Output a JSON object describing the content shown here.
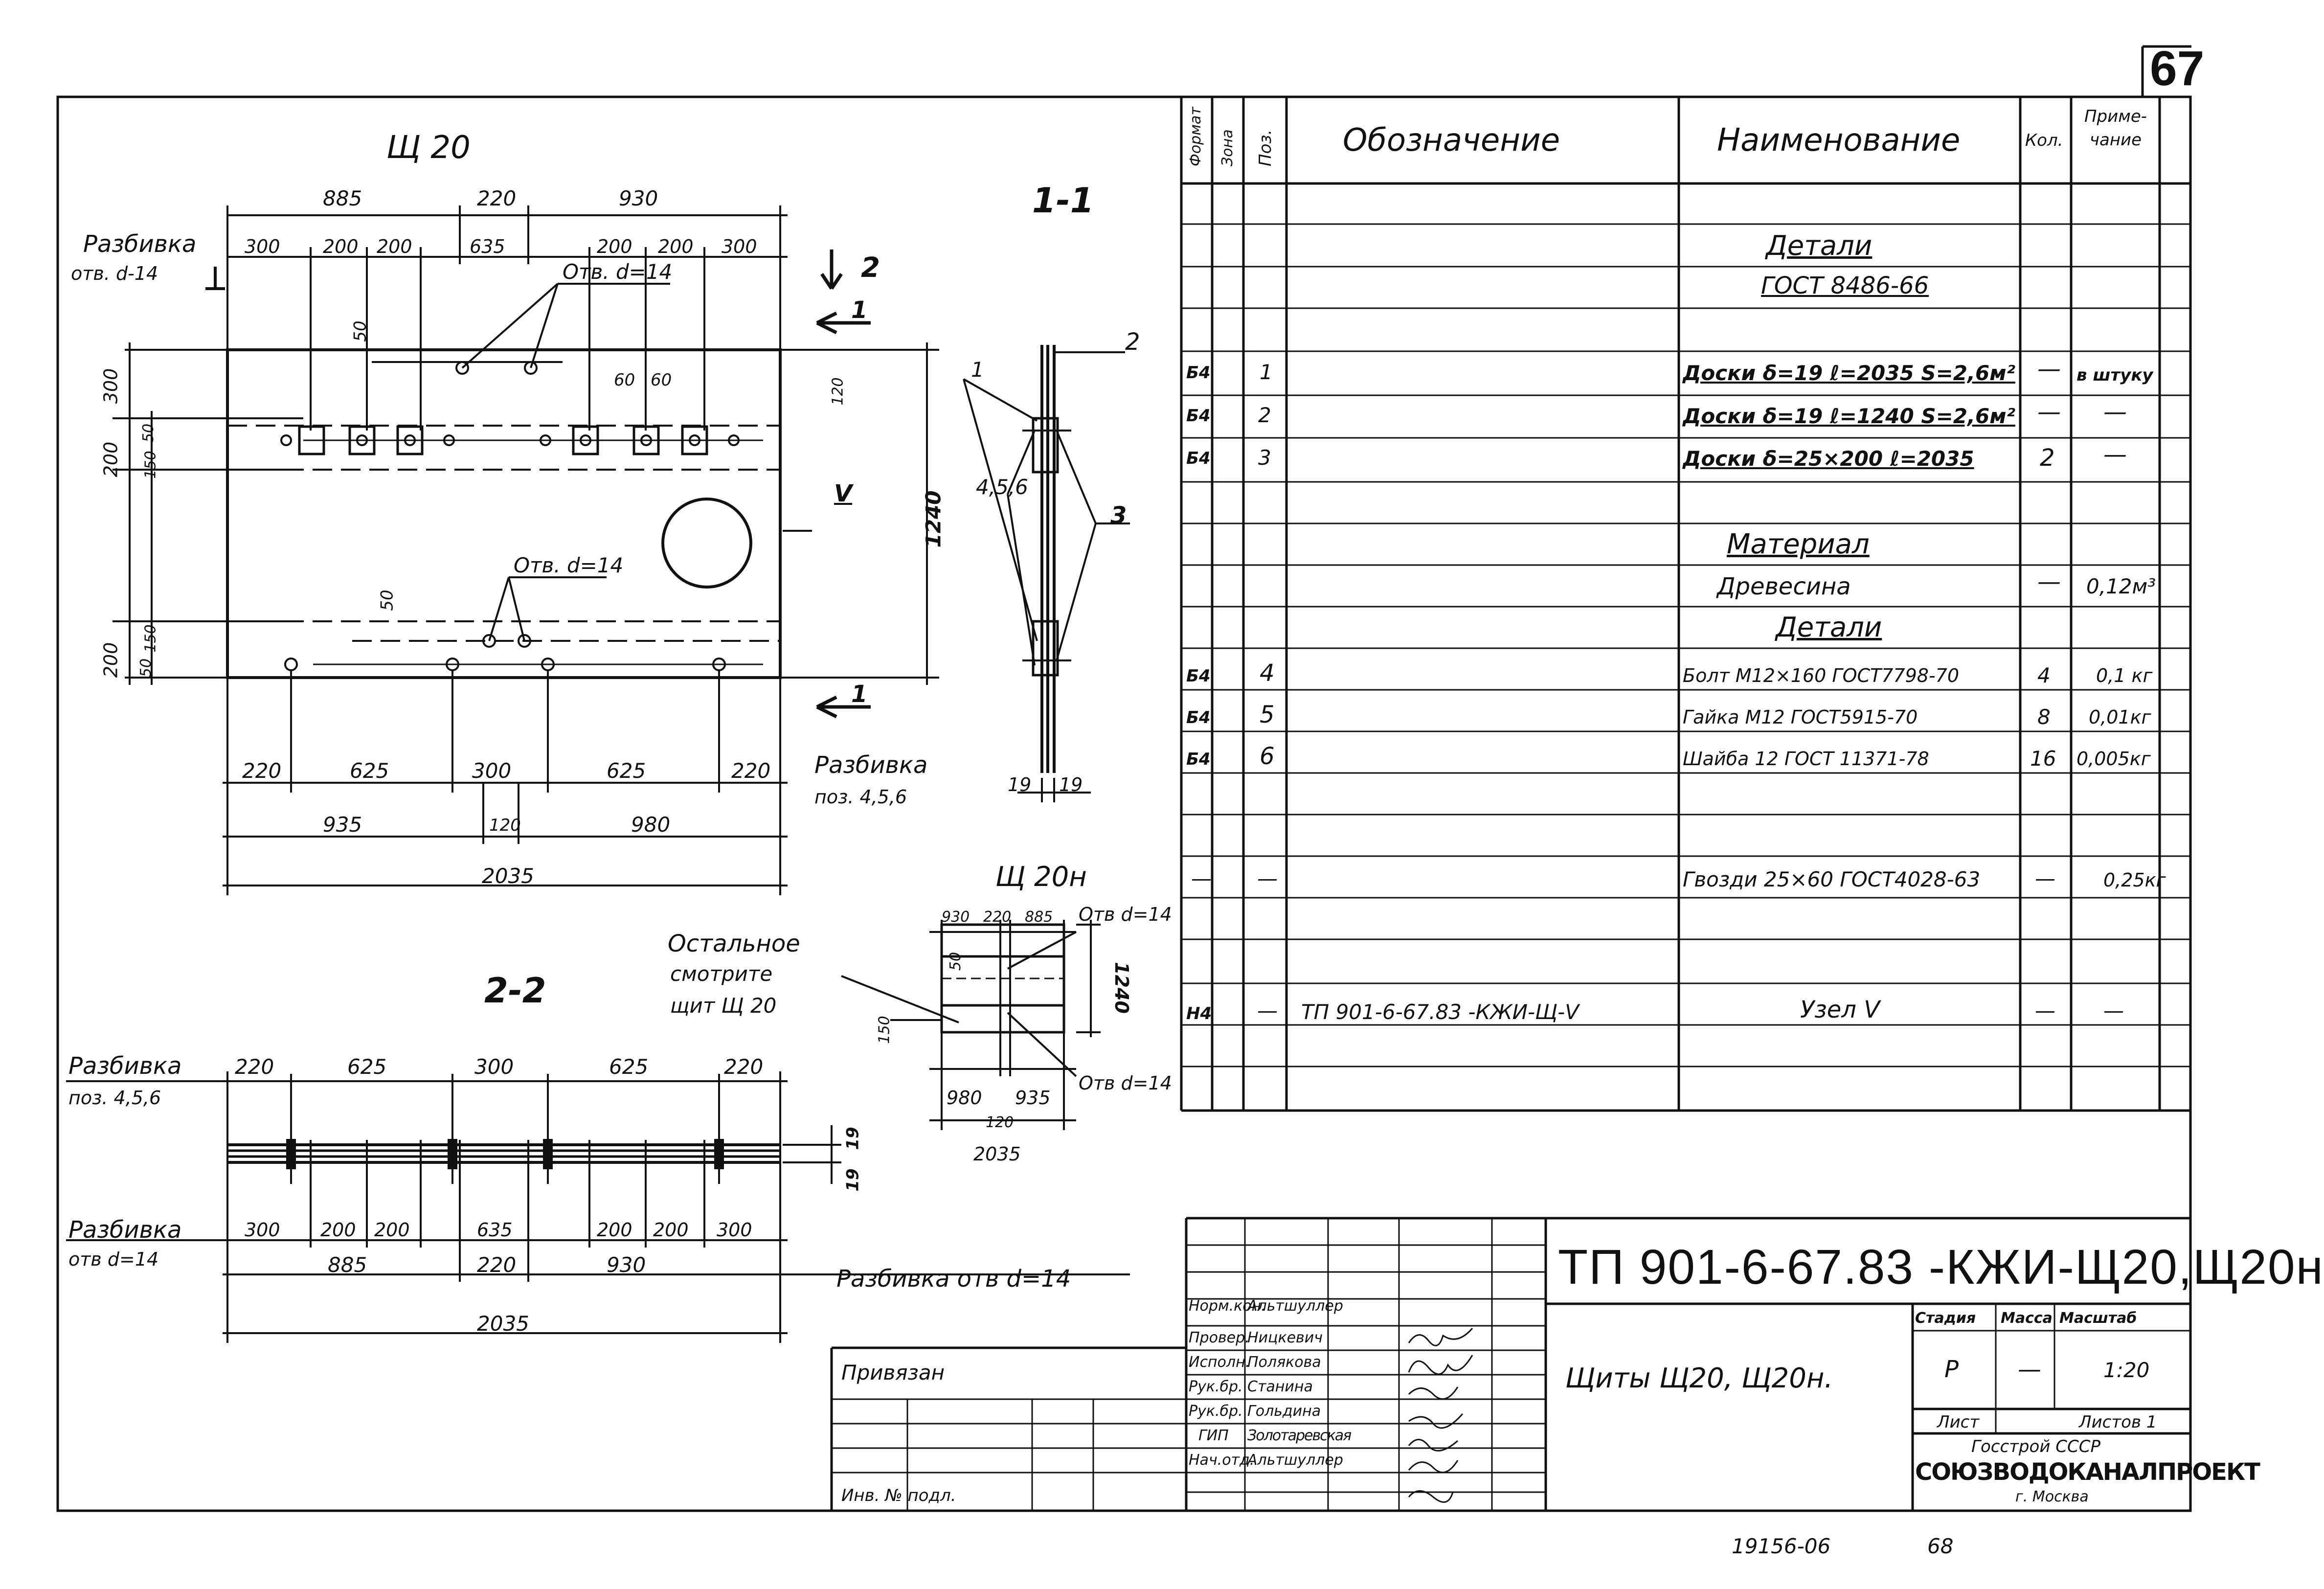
{
  "sheet": {
    "number": "67",
    "footer_left": "19156-06",
    "footer_right": "68"
  },
  "views": {
    "main_title": "Щ 20",
    "section_1": "1-1",
    "section_2": "2-2",
    "small_title": "Щ 20н",
    "see_text": [
      "Остальное",
      "смотрите",
      "щит Щ 20"
    ]
  },
  "dims_top": {
    "row1": [
      "885",
      "220",
      "930"
    ],
    "row2": [
      "300",
      "200",
      "200",
      "635",
      "200",
      "200",
      "300"
    ],
    "razbivka": "Разбивка",
    "otv14": "отв. d-14",
    "otv_lbl_a": "Отв. d=14",
    "otv_lbl_b": "Отв. d=14",
    "v50a": "50",
    "v60a": "60",
    "v60b": "60",
    "v300": "300",
    "v50b": "50",
    "v200a": "200",
    "v150a": "150",
    "v120": "120",
    "v50c": "50",
    "v200b": "200",
    "v150b": "150",
    "v50d": "50",
    "v1240": "1240",
    "roman": "V",
    "sec_marks": {
      "two": "2",
      "one_a": "1",
      "one_b": "1"
    }
  },
  "dims_bottom": {
    "row1": [
      "220",
      "625",
      "300",
      "625",
      "220"
    ],
    "razbivka": "Разбивка",
    "poz": "поз. 4,5,6",
    "row2": [
      "935",
      "120",
      "980"
    ],
    "total": "2035"
  },
  "section11": {
    "labels": [
      "1",
      "2",
      "3",
      "4,5,6"
    ],
    "t19a": "19",
    "t19b": "19"
  },
  "section22": {
    "row1_lbl": "Разбивка",
    "row1_poz": "поз. 4,5,6",
    "row1": [
      "220",
      "625",
      "300",
      "625",
      "220"
    ],
    "v19a": "19",
    "v19b": "19",
    "row2_lbl": "Разбивка",
    "row2_otv": "отв d=14",
    "row2": [
      "300",
      "200",
      "200",
      "635",
      "200",
      "200",
      "300"
    ],
    "row3": [
      "885",
      "220",
      "930"
    ],
    "right_lbl": "Разбивка отв d=14",
    "total": "2035"
  },
  "small": {
    "top": [
      "930",
      "220",
      "885"
    ],
    "otv_a": "Отв d=14",
    "otv_b": "Отв d=14",
    "v50": "50",
    "v150": "150",
    "v1240": "1240",
    "bottom": [
      "980",
      "935"
    ],
    "b120": "120",
    "total": "2035"
  },
  "spec": {
    "headers": {
      "format": "Формат",
      "zone": "Зона",
      "pos": "Поз.",
      "designation": "Обозначение",
      "name": "Наименование",
      "qty": "Кол.",
      "note": "Приме-чание"
    },
    "rows": [
      {
        "fmt": "",
        "pos": "",
        "des": "",
        "name": "Детали",
        "qty": "",
        "note": "",
        "hdr": true
      },
      {
        "fmt": "",
        "pos": "",
        "des": "",
        "name": "ГОСТ 8486-66",
        "qty": "",
        "note": "",
        "hdr": true
      },
      {
        "fmt": "Б4",
        "pos": "1",
        "des": "",
        "name": "Доски δ=19 ℓ=2035 S=2,6м²",
        "qty": "—",
        "note": "в штуку"
      },
      {
        "fmt": "Б4",
        "pos": "2",
        "des": "",
        "name": "Доски δ=19 ℓ=1240 S=2,6м²",
        "qty": "—",
        "note": "—"
      },
      {
        "fmt": "Б4",
        "pos": "3",
        "des": "",
        "name": "Доски δ=25×200 ℓ=2035",
        "qty": "2",
        "note": "—"
      },
      {
        "fmt": "",
        "pos": "",
        "des": "",
        "name": "Материал",
        "qty": "",
        "note": "",
        "hdr": true
      },
      {
        "fmt": "",
        "pos": "",
        "des": "",
        "name": "Древесина",
        "qty": "—",
        "note": "0,12м³"
      },
      {
        "fmt": "",
        "pos": "",
        "des": "",
        "name": "Детали",
        "qty": "",
        "note": "",
        "hdr": true
      },
      {
        "fmt": "Б4",
        "pos": "4",
        "des": "",
        "name": "Болт М12×160 ГОСТ7798-70",
        "qty": "4",
        "note": "0,1 кг"
      },
      {
        "fmt": "Б4",
        "pos": "5",
        "des": "",
        "name": "Гайка М12 ГОСТ5915-70",
        "qty": "8",
        "note": "0,01кг"
      },
      {
        "fmt": "Б4",
        "pos": "6",
        "des": "",
        "name": "Шайба 12 ГОСТ 11371-78",
        "qty": "16",
        "note": "0,005кг"
      },
      {
        "fmt": "",
        "pos": "",
        "des": "",
        "name": "",
        "qty": "",
        "note": ""
      },
      {
        "fmt": "—",
        "pos": "—",
        "des": "",
        "name": "Гвозди 25×60 ГОСТ4028-63",
        "qty": "—",
        "note": "0,25кг"
      },
      {
        "fmt": "",
        "pos": "",
        "des": "",
        "name": "",
        "qty": "",
        "note": ""
      },
      {
        "fmt": "Н4",
        "pos": "—",
        "des": "ТП 901-6-67.83 -КЖИ-Щ-V",
        "name": "Узел V",
        "qty": "—",
        "note": "—"
      }
    ]
  },
  "titleblock": {
    "code": "ТП 901-6-67.83 -КЖИ-Щ20,Щ20н",
    "name": "Щиты Щ20, Щ20н.",
    "stage_h": "Стадия",
    "mass_h": "Масса",
    "scale_h": "Масштаб",
    "stage": "Р",
    "mass": "—",
    "scale": "1:20",
    "sheet_l": "Лист",
    "sheets_l": "Листов 1",
    "org1": "Госстрой СССР",
    "org2": "СОЮЗВОДОКАНАЛПРОЕКТ",
    "org3": "г. Москва",
    "privyazan": "Привязан",
    "inv": "Инв. № подл.",
    "people": [
      {
        "role": "Норм.кон.",
        "name": "Альтшуллер"
      },
      {
        "role": "Провер.",
        "name": "Ницкевич"
      },
      {
        "role": "Исполн.",
        "name": "Полякова"
      },
      {
        "role": "Рук.бр.",
        "name": "Станина"
      },
      {
        "role": "Рук.бр.",
        "name": "Гольдина"
      },
      {
        "role": "ГИП",
        "name": "Золотаревская"
      },
      {
        "role": "Нач.отд.",
        "name": "Альтшуллер"
      }
    ]
  }
}
